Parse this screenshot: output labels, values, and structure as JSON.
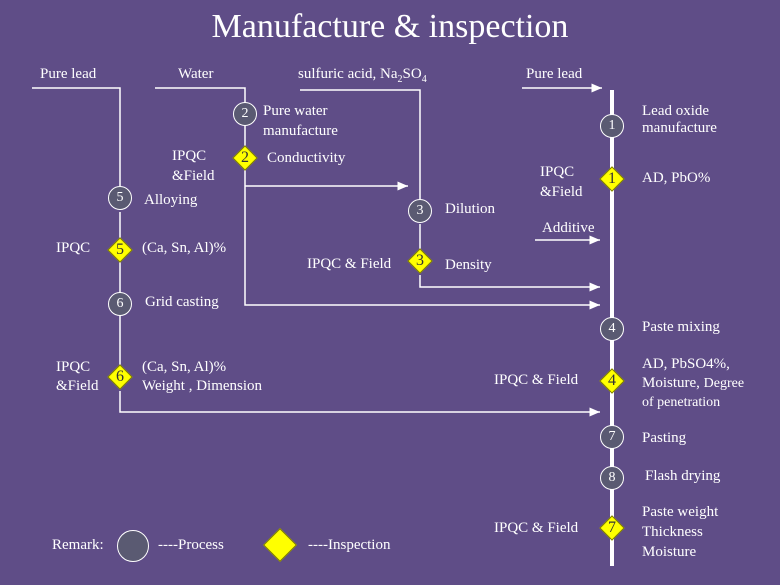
{
  "title": "Manufacture & inspection",
  "inputs": {
    "pure_lead_left": "Pure lead",
    "water": "Water",
    "sulfuric_acid": "sulfuric acid, Na",
    "sulfuric_acid_sub1": "2",
    "sulfuric_acid_mid": "SO",
    "sulfuric_acid_sub2": "4",
    "pure_lead_right": "Pure lead",
    "additive": "Additive"
  },
  "processes": [
    {
      "num": "1",
      "label_l1": "Lead oxide",
      "label_l2": "manufacture"
    },
    {
      "num": "2",
      "label_l1": "Pure water",
      "label_l2": "manufacture"
    },
    {
      "num": "3",
      "label_l1": "Dilution"
    },
    {
      "num": "4",
      "label_l1": "Paste mixing"
    },
    {
      "num": "5",
      "label_l1": "Alloying"
    },
    {
      "num": "6",
      "label_l1": "Grid casting"
    },
    {
      "num": "7",
      "label_l1": "Pasting"
    },
    {
      "num": "8",
      "label_l1": "Flash drying"
    }
  ],
  "inspections": {
    "lead_oxide": {
      "num": "1",
      "who_l1": "IPQC",
      "who_l2": "&Field",
      "item": "AD, PbO%"
    },
    "water": {
      "num": "2",
      "who_l1": "IPQC",
      "who_l2": "&Field",
      "item": "Conductivity"
    },
    "acid": {
      "num": "3",
      "who": "IPQC & Field",
      "item": "Density"
    },
    "paste": {
      "num": "4",
      "who": "IPQC & Field",
      "item_l1": "AD, PbSO4%,",
      "item_l2a": "Moisture,",
      "item_l2b": "Degree",
      "item_l3": "of penetration"
    },
    "alloy": {
      "num": "5",
      "who": "IPQC",
      "item": "(Ca, Sn, Al)%"
    },
    "grid": {
      "num": "6",
      "who_l1": "IPQC",
      "who_l2": "&Field",
      "item_l1": "(Ca, Sn, Al)%",
      "item_l2": "Weight , Dimension"
    },
    "plate": {
      "num": "7",
      "who": "IPQC & Field",
      "item_l1": "Paste weight",
      "item_l2": "Thickness",
      "item_l3": "Moisture"
    }
  },
  "legend": {
    "label": "Remark:",
    "process": "----Process",
    "inspection": "----Inspection"
  },
  "colors": {
    "background": "#5f4d87",
    "inspection": "#ffff00",
    "process": "#5a5a72",
    "line": "#ffffff"
  }
}
